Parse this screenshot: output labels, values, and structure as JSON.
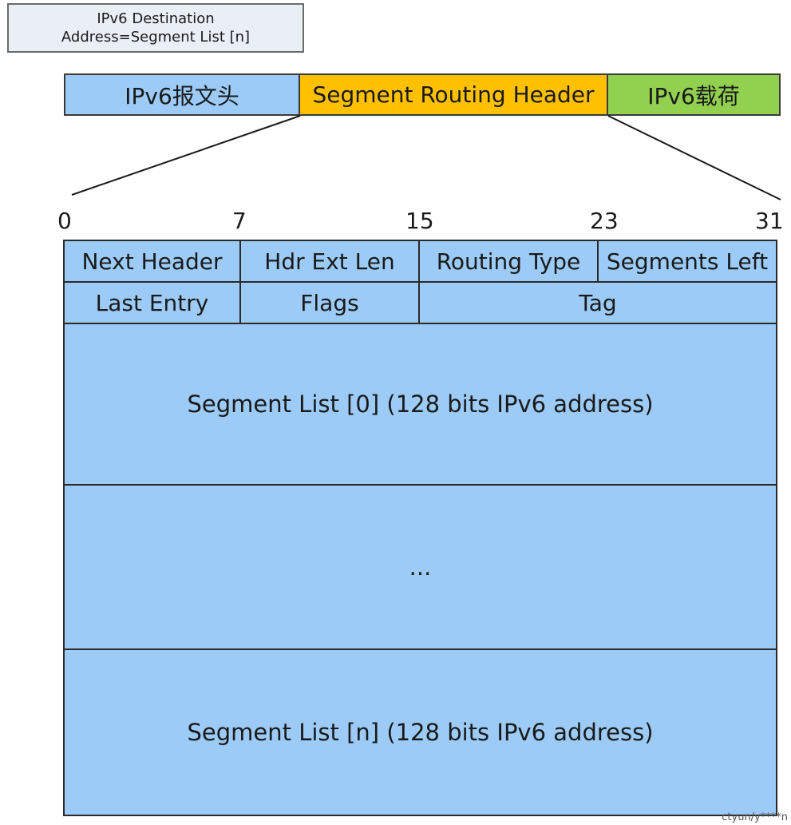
{
  "note": {
    "line1": "IPv6 Destination",
    "line2": "Address=Segment List [n]"
  },
  "packet": {
    "ipv6_header": "IPv6报文头",
    "srh": "Segment Routing Header",
    "payload": "IPv6载荷"
  },
  "bit_positions": [
    "0",
    "7",
    "15",
    "23",
    "31"
  ],
  "header_fields": {
    "row1": [
      "Next Header",
      "Hdr Ext Len",
      "Routing Type",
      "Segments Left"
    ],
    "row2": [
      "Last Entry",
      "Flags",
      "Tag"
    ]
  },
  "segment_list": {
    "first": "Segment List [0] (128 bits IPv6 address)",
    "ellipsis": "...",
    "last": "Segment List [n] (128 bits IPv6 address)"
  },
  "watermark": "ctyun/y****n",
  "colors": {
    "header_blue": "#9ccbf7",
    "srh_orange": "#ffc000",
    "payload_green": "#92d050"
  }
}
